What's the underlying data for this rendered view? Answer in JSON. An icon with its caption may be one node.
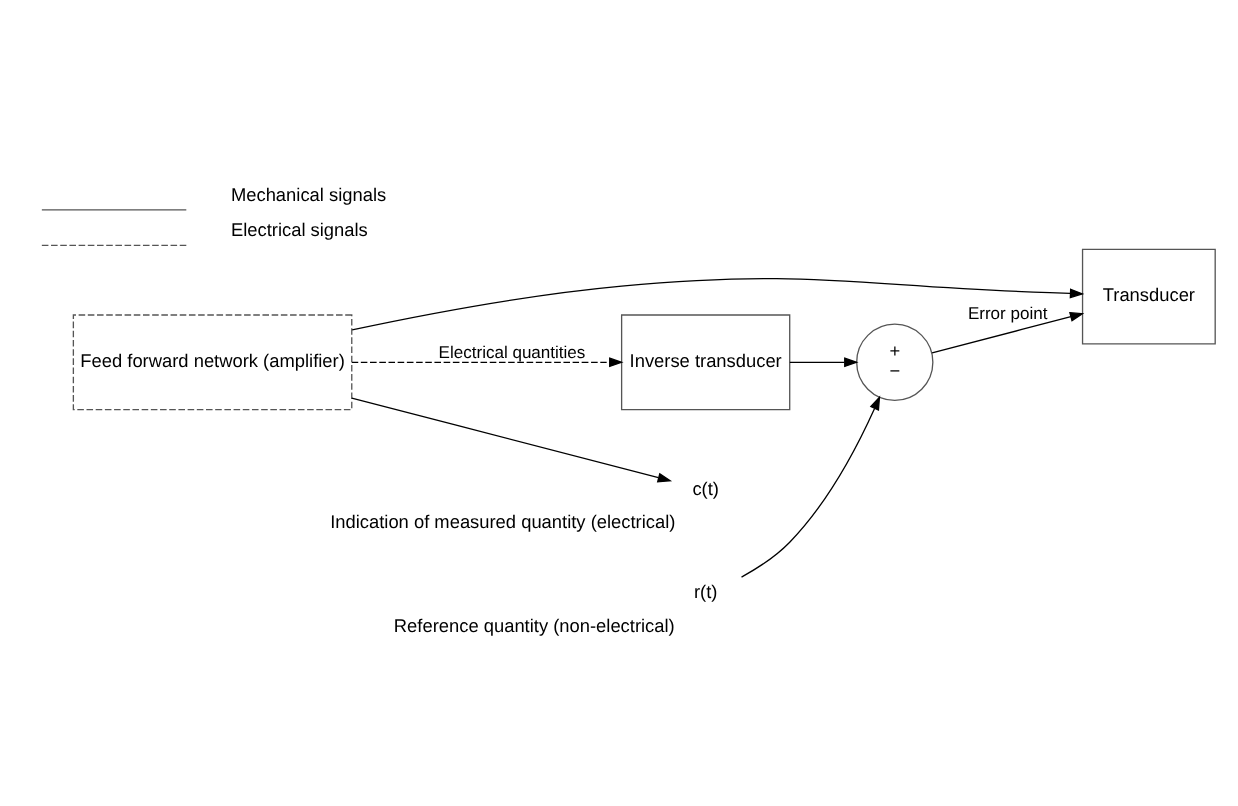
{
  "diagram": {
    "nodes": [
      {
        "text": [
          "+",
          "−"
        ]
      },
      {
        "text": [
          "Transducer"
        ]
      },
      {
        "text": [
          "Feed forward network (amplifier)"
        ]
      },
      {
        "text": [
          "Inverse transducer"
        ]
      },
      {
        "text": [
          "r(t)"
        ],
        "beside": [
          "Reference quantity (non-electrical)"
        ]
      },
      {
        "text": [
          "c(t)"
        ],
        "beside": [
          "Indication of measured quantity (electrical)"
        ]
      }
    ],
    "edges": [
      {
        "from": 4,
        "to": 0,
        "arrow": "to"
      },
      {
        "from": 0,
        "to": 1,
        "arrow": "to",
        "label": "Error point"
      },
      {
        "from": 2,
        "to": 1,
        "arrow": "to"
      },
      {
        "from": 2,
        "to": 5,
        "arrow": "to"
      },
      {
        "from": 2,
        "to": 3,
        "arrow": "to",
        "style": "dashed",
        "label": "Electrical quantities"
      },
      {
        "from": 3,
        "to": 0,
        "arrow": "to"
      }
    ],
    "legend": [
      {
        "text": "Mechanical signals"
      },
      {
        "text": "Electrical signals"
      }
    ]
  }
}
